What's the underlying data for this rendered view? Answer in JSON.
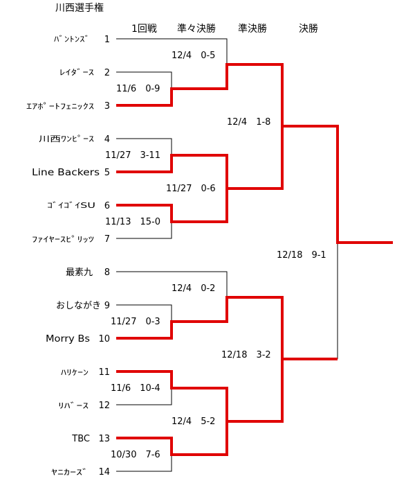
{
  "title": "川西選手権",
  "rounds": [
    "1回戦",
    "準々決勝",
    "準決勝",
    "決勝"
  ],
  "colors": {
    "winner_line": "#e00000",
    "line": "#000000"
  },
  "teams": [
    {
      "seed": "1",
      "name": "ﾊﾞﾝﾄﾝｽﾞ"
    },
    {
      "seed": "2",
      "name": "ﾚｲﾀﾞｰｽ"
    },
    {
      "seed": "3",
      "name": "ｴｱﾎﾟｰﾄﾌｪﾆｯｸｽ"
    },
    {
      "seed": "4",
      "name": "川西ﾜﾝﾋﾟｰｽ"
    },
    {
      "seed": "5",
      "name": "Line Backers"
    },
    {
      "seed": "6",
      "name": "ｺﾞｲｺﾞｲSU"
    },
    {
      "seed": "7",
      "name": "ﾌｧｲﾔｰｽﾋﾟﾘｯﾂ"
    },
    {
      "seed": "8",
      "name": "最素九"
    },
    {
      "seed": "9",
      "name": "おしながき"
    },
    {
      "seed": "10",
      "name": "Morry Bs"
    },
    {
      "seed": "11",
      "name": "ﾊﾘｹｰﾝ"
    },
    {
      "seed": "12",
      "name": "ﾘﾊﾞｰｽ"
    },
    {
      "seed": "13",
      "name": "TBC"
    },
    {
      "seed": "14",
      "name": "ﾔﾆｶｰｽﾞ"
    }
  ],
  "results": [
    {
      "id": "r1-2-3",
      "label": "11/6　0-9"
    },
    {
      "id": "r1-4-5",
      "label": "11/27　3-11"
    },
    {
      "id": "r1-6-7",
      "label": "11/13　15-0"
    },
    {
      "id": "r1-9-10",
      "label": "11/27　0-3"
    },
    {
      "id": "r1-11-12",
      "label": "11/6　10-4"
    },
    {
      "id": "r1-13-14",
      "label": "10/30　7-6"
    },
    {
      "id": "qf1",
      "label": "12/4　0-5"
    },
    {
      "id": "qf2",
      "label": "11/27　0-6"
    },
    {
      "id": "qf3",
      "label": "12/4　0-2"
    },
    {
      "id": "qf4",
      "label": "12/4　5-2"
    },
    {
      "id": "sf1",
      "label": "12/4　1-8"
    },
    {
      "id": "sf2",
      "label": "12/18　3-2"
    },
    {
      "id": "final",
      "label": "12/18　9-1"
    }
  ]
}
